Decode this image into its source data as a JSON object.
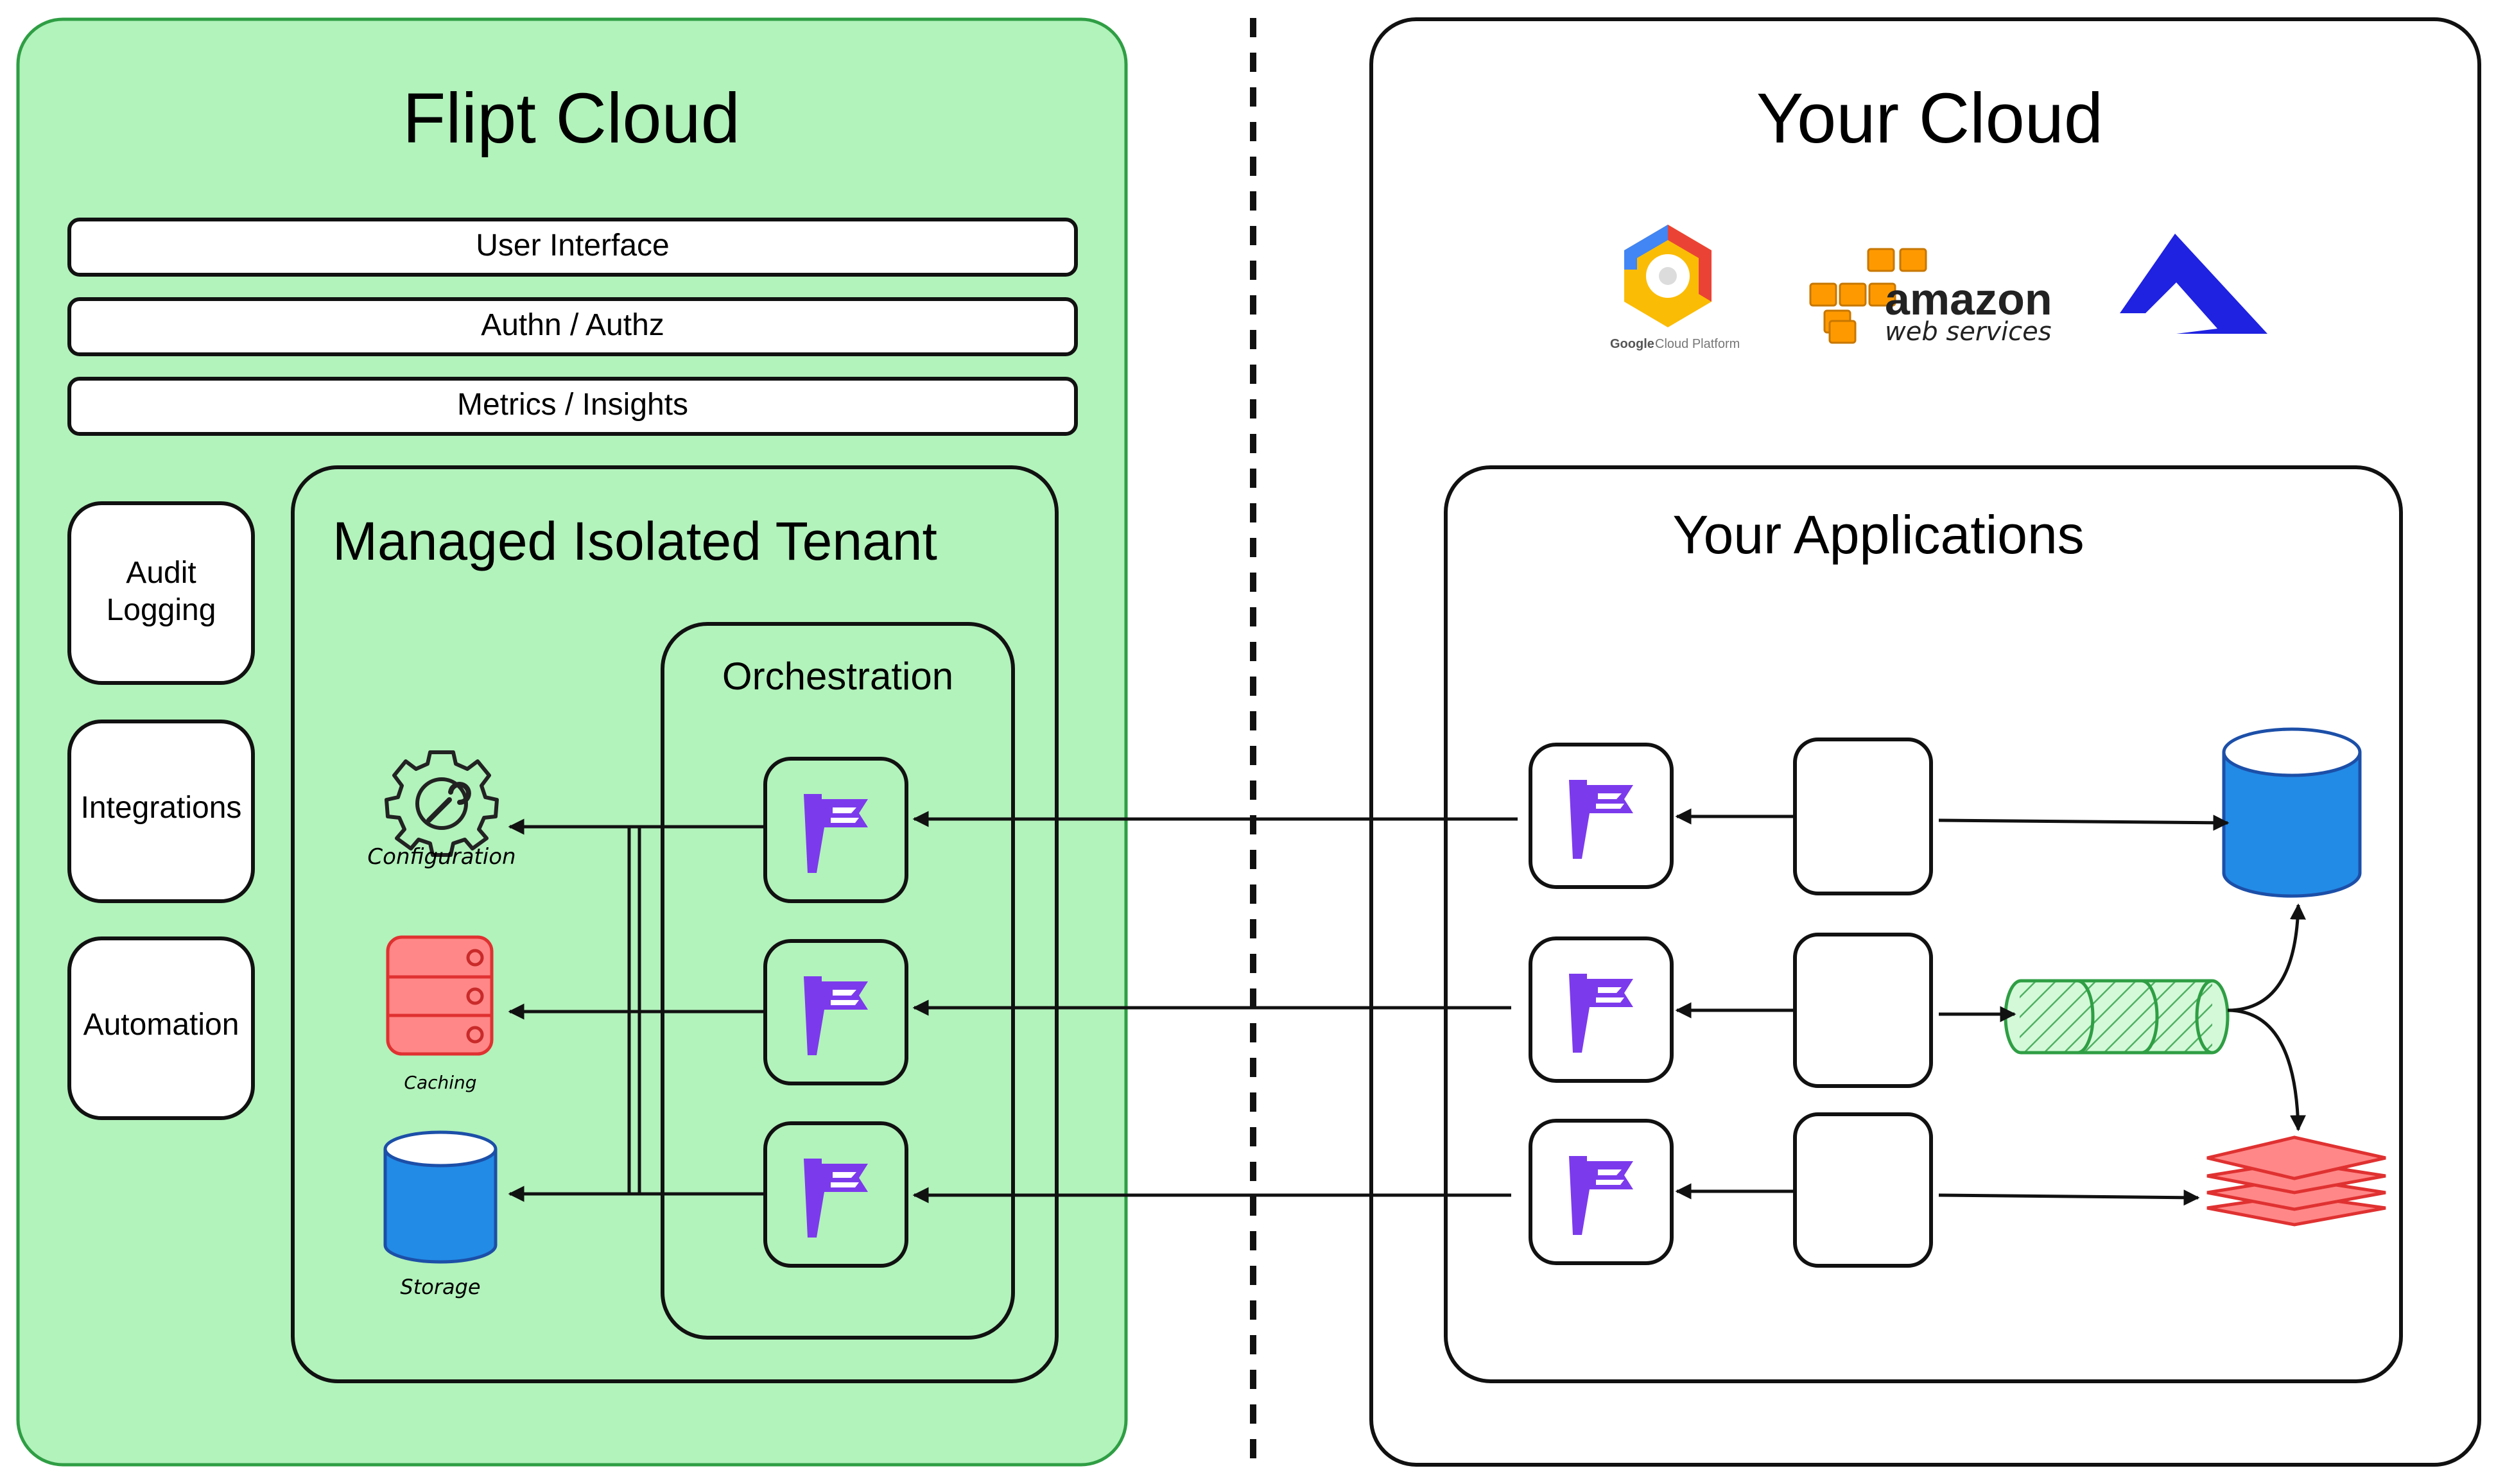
{
  "flipt_cloud": {
    "title": "Flipt Cloud",
    "bars": [
      "User Interface",
      "Authn / Authz",
      "Metrics / Insights"
    ],
    "side_boxes": [
      [
        "Audit",
        "Logging"
      ],
      [
        "Integrations"
      ],
      [
        "Automation"
      ]
    ],
    "tenant": {
      "title": "Managed Isolated Tenant",
      "orchestration_label": "Orchestration",
      "resources": [
        "Configuration",
        "Caching",
        "Storage"
      ]
    }
  },
  "your_cloud": {
    "title": "Your Cloud",
    "logos": {
      "gcp_line1": "Google",
      "gcp_line2": "Cloud Platform",
      "aws_line1": "amazon",
      "aws_line2": "web services"
    },
    "applications_title": "Your Applications"
  },
  "colors": {
    "flipt_green": "#b2f2bb",
    "flipt_green_border": "#2f9e44",
    "flipt_purple": "#7c3aed",
    "storage_blue": "#228be6",
    "cache_red": "#ff8787",
    "queue_green": "#2f9e44"
  },
  "icons": [
    "flipt-flag-icon",
    "gear-icon",
    "database-icon",
    "cylinder-icon",
    "queue-icon",
    "layers-icon",
    "gcp-logo",
    "aws-logo",
    "azure-logo"
  ]
}
